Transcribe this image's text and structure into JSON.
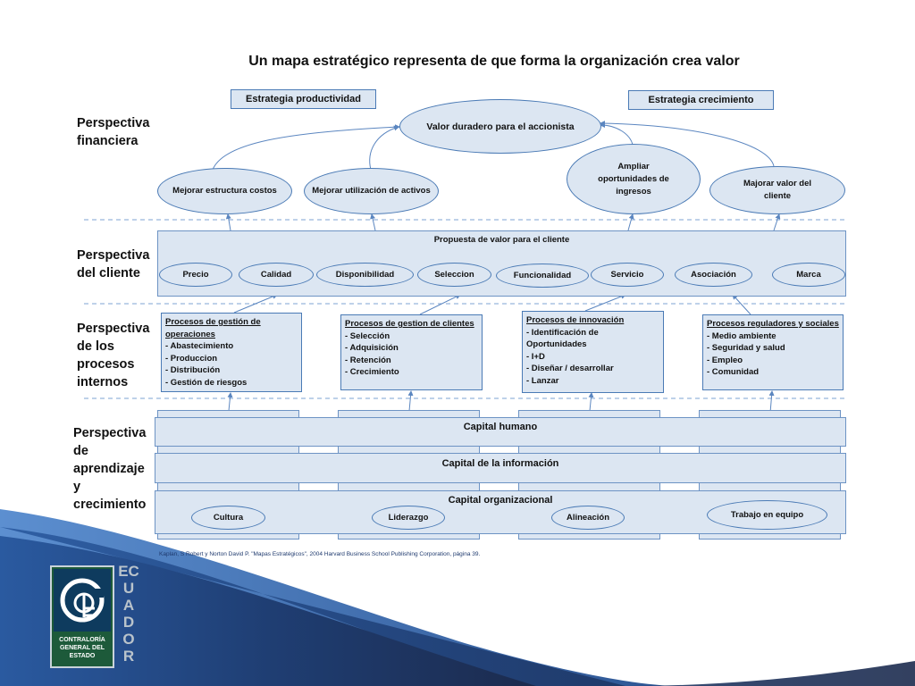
{
  "title": "Un mapa estratégico representa de que forma la organización crea valor",
  "perspectives": {
    "financial": "Perspectiva\nfinanciera",
    "customer": "Perspectiva\ndel cliente",
    "internal": "Perspectiva\nde los\nprocesos\ninternos",
    "learning": "Perspectiva\nde\naprendizaje\ny\ncrecimiento"
  },
  "strategies": {
    "productivity": "Estrategia productividad",
    "growth": "Estrategia crecimiento"
  },
  "financial": {
    "top": "Valor duradero para el accionista",
    "items": [
      "Mejorar estructura costos",
      "Mejorar utilización de activos",
      "Ampliar oportunidades de ingresos",
      "Majorar valor del cliente"
    ]
  },
  "customer": {
    "heading": "Propuesta de valor para el cliente",
    "items": [
      "Precio",
      "Calidad",
      "Disponibilidad",
      "Seleccion",
      "Funcionalidad",
      "Servicio",
      "Asociación",
      "Marca"
    ]
  },
  "processes": [
    {
      "heading": "Procesos de gestión de operaciones",
      "items": [
        "- Abastecimiento",
        "- Produccion",
        "- Distribución",
        "- Gestión de riesgos"
      ]
    },
    {
      "heading": "Procesos de gestion de clientes",
      "items": [
        "- Selección",
        "- Adquisición",
        "- Retención",
        "- Crecimiento"
      ]
    },
    {
      "heading": "Procesos de innovación",
      "items": [
        "- Identificación de Oportunidades",
        "- I+D",
        "- Diseñar / desarrollar",
        "- Lanzar"
      ]
    },
    {
      "heading": "Procesos reguladores y sociales",
      "items": [
        "- Medio ambiente",
        "- Seguridad y salud",
        "- Empleo",
        "- Comunidad"
      ]
    }
  ],
  "learning": {
    "human": "Capital humano",
    "information": "Capital de la información",
    "organizational": "Capital organizacional",
    "items": [
      "Cultura",
      "Liderazgo",
      "Alineación",
      "Trabajo en equipo"
    ]
  },
  "citation": "Kaplan, S Robert y Norton David P. \"Mapas Estratégicos\", 2004 Harvard Business School Publishing Corporation, página 39.",
  "logo": {
    "org": "CONTRALORÍA GENERAL DEL ESTADO",
    "country": "ECUADOR",
    "monogram": "CGE"
  },
  "colors": {
    "box_fill": "#dce6f2",
    "box_border": "#4a7ab5",
    "wave_dark": "#1f3e73",
    "wave_light": "#3f73b8"
  }
}
